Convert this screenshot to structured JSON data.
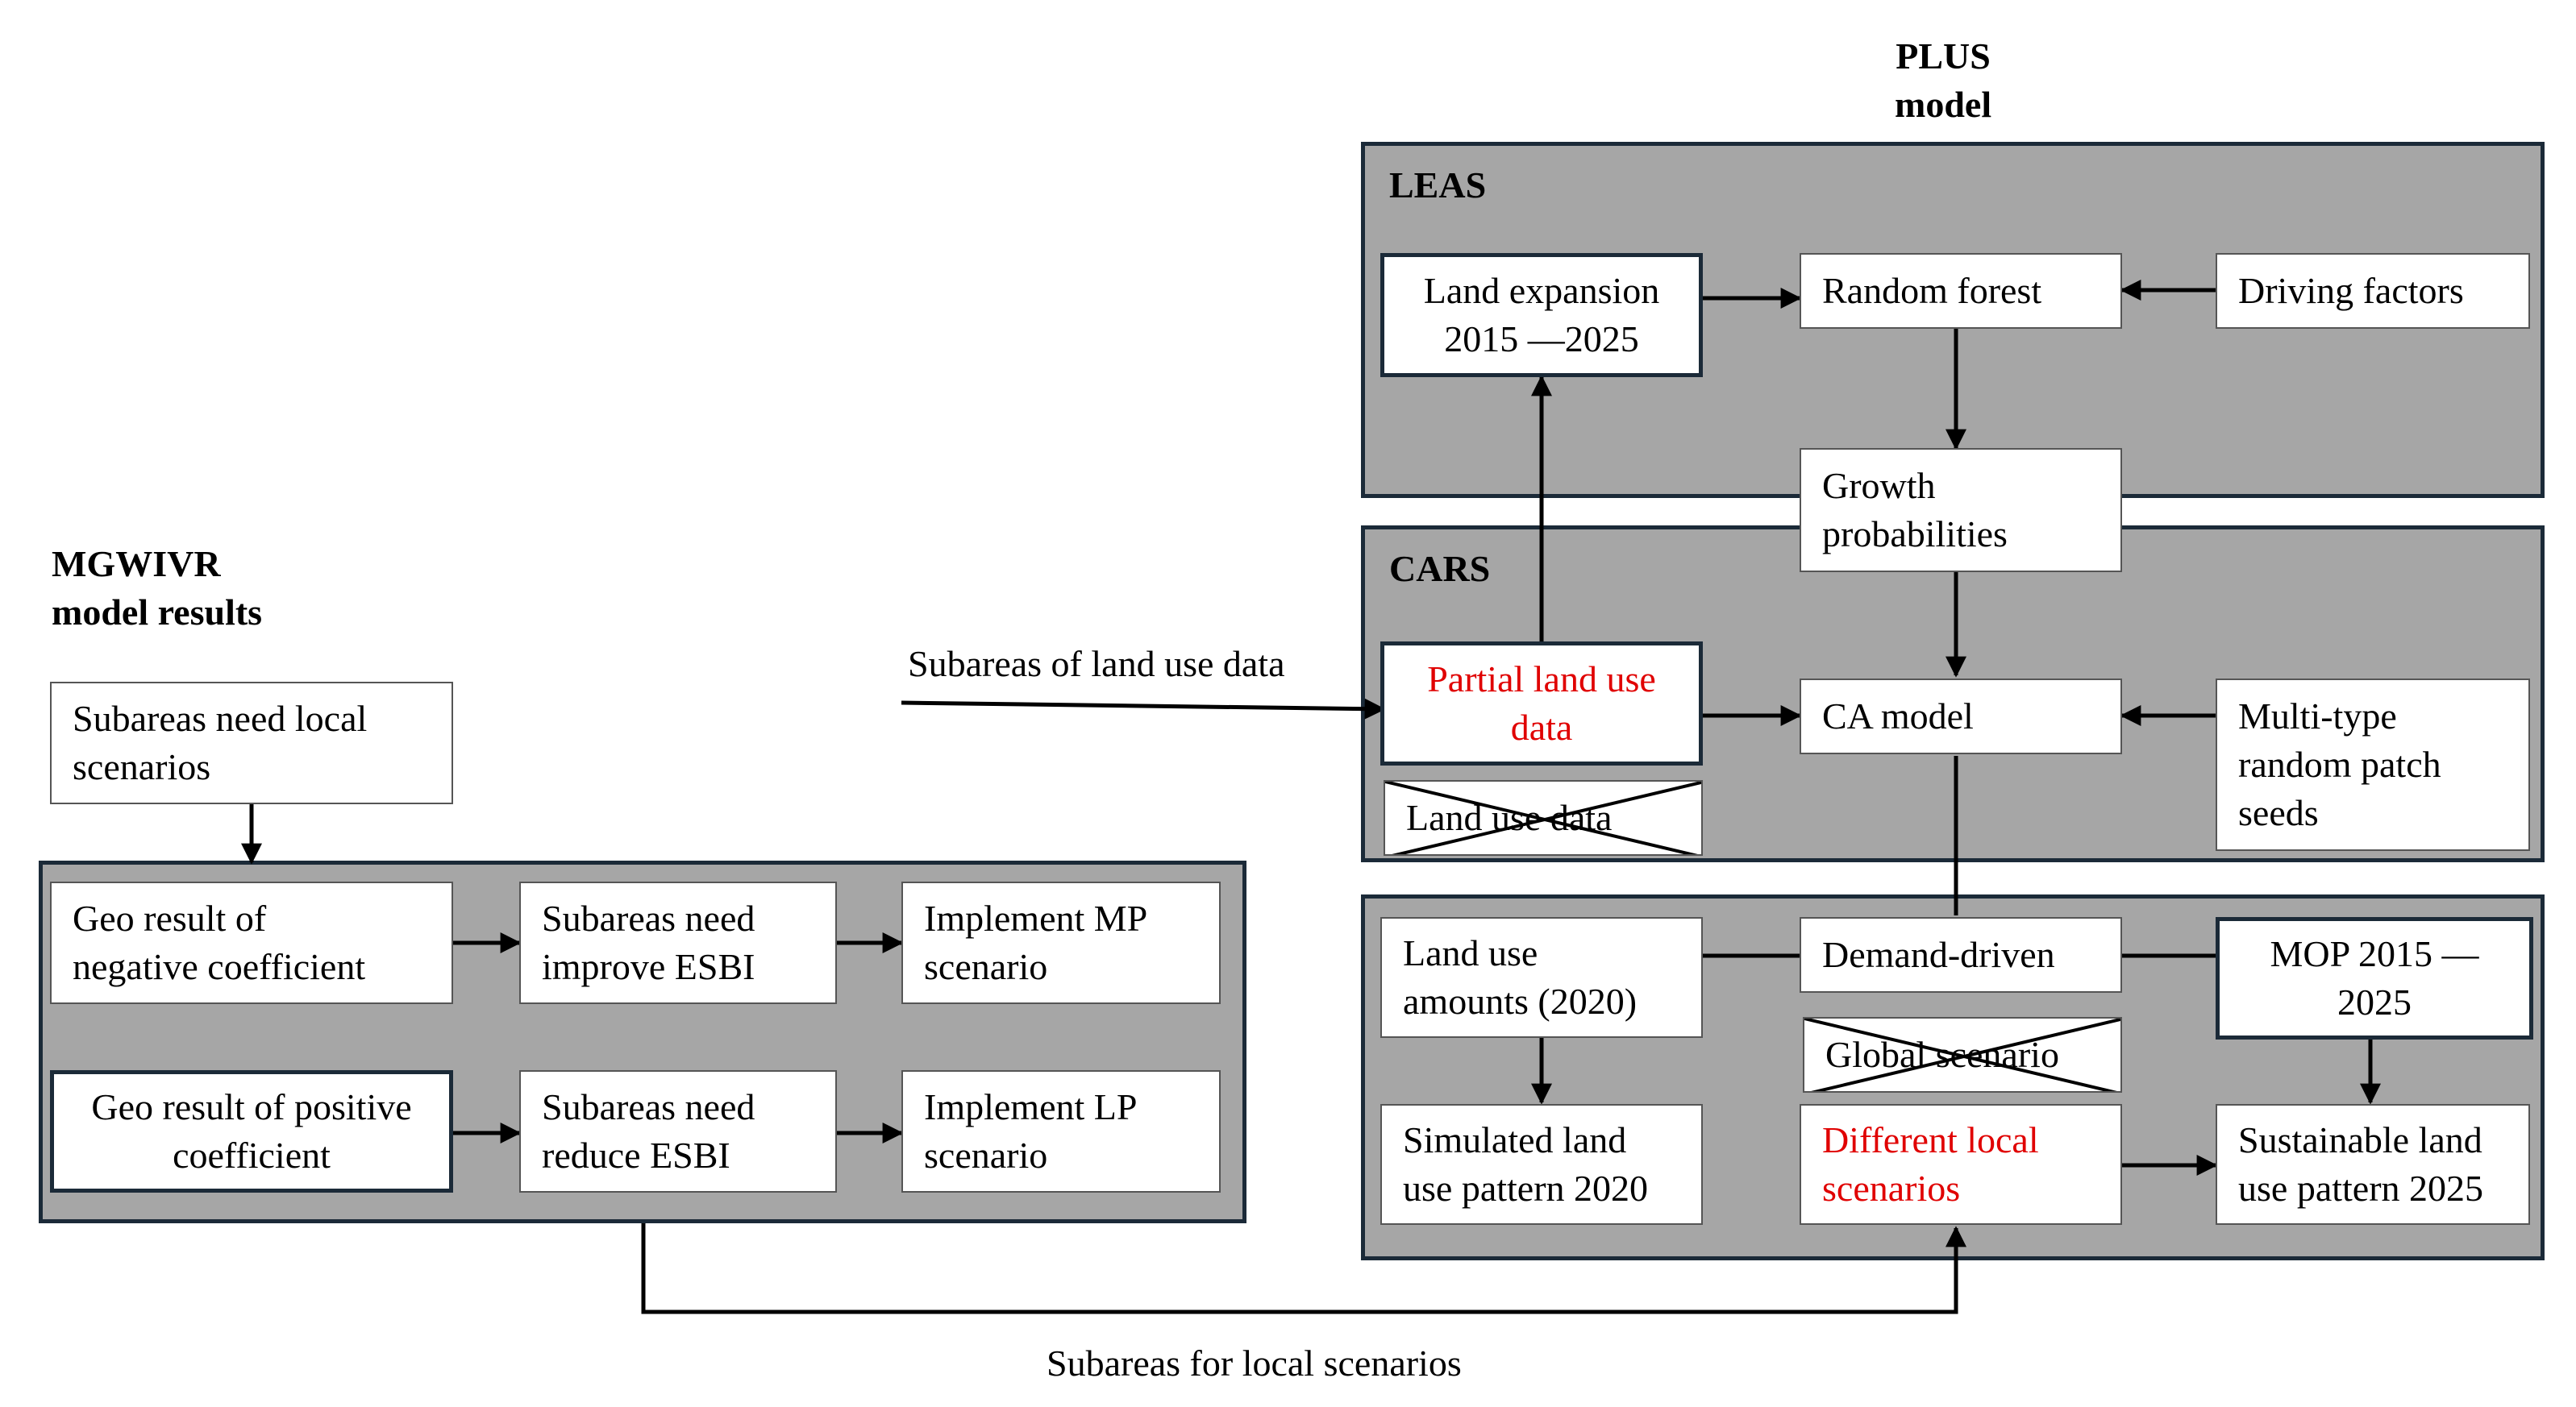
{
  "headings": {
    "plus_line1": "PLUS",
    "plus_line2": "model",
    "mgwivr_line1": "MGWIVR",
    "mgwivr_line2": "model results"
  },
  "panels": {
    "leas": "LEAS",
    "cars": "CARS"
  },
  "nodes": {
    "land_expansion_1": "Land expansion",
    "land_expansion_2": "2015 —2025",
    "random_forest": "Random forest",
    "driving_factors": "Driving factors",
    "growth_1": "Growth",
    "growth_2": "probabilities",
    "partial_1": "Partial land use",
    "partial_2": "data",
    "ca_model": "CA model",
    "multi_1": "Multi-type",
    "multi_2": "random patch",
    "multi_3": "seeds",
    "land_use_data": "Land use data",
    "land_use_amounts_1": "Land use",
    "land_use_amounts_2": "amounts (2020)",
    "demand_driven": "Demand-driven",
    "mop_1": "MOP 2015 —",
    "mop_2": "2025",
    "global_scenario": "Global scenario",
    "simulated_1": "Simulated land",
    "simulated_2": "use pattern 2020",
    "different_1": "Different local",
    "different_2": "scenarios",
    "sustainable_1": "Sustainable land",
    "sustainable_2": "use pattern 2025",
    "subareas_need_local_1": "Subareas need local",
    "subareas_need_local_2": "scenarios",
    "geo_negative_1": "Geo result of",
    "geo_negative_2": "negative coefficient",
    "improve_1": "Subareas need",
    "improve_2": "improve ESBI",
    "mp_1": "Implement MP",
    "mp_2": "scenario",
    "geo_positive_1": "Geo result of positive",
    "geo_positive_2": "coefficient",
    "reduce_1": "Subareas need",
    "reduce_2": "reduce ESBI",
    "lp_1": "Implement LP",
    "lp_2": "scenario"
  },
  "connector_labels": {
    "subareas_land_use": "Subareas of land use data",
    "subareas_local": "Subareas for local scenarios"
  },
  "colors": {
    "panel_fill": "#a6a6a6",
    "panel_border": "#1b2a38",
    "highlight_text": "#e00000"
  }
}
